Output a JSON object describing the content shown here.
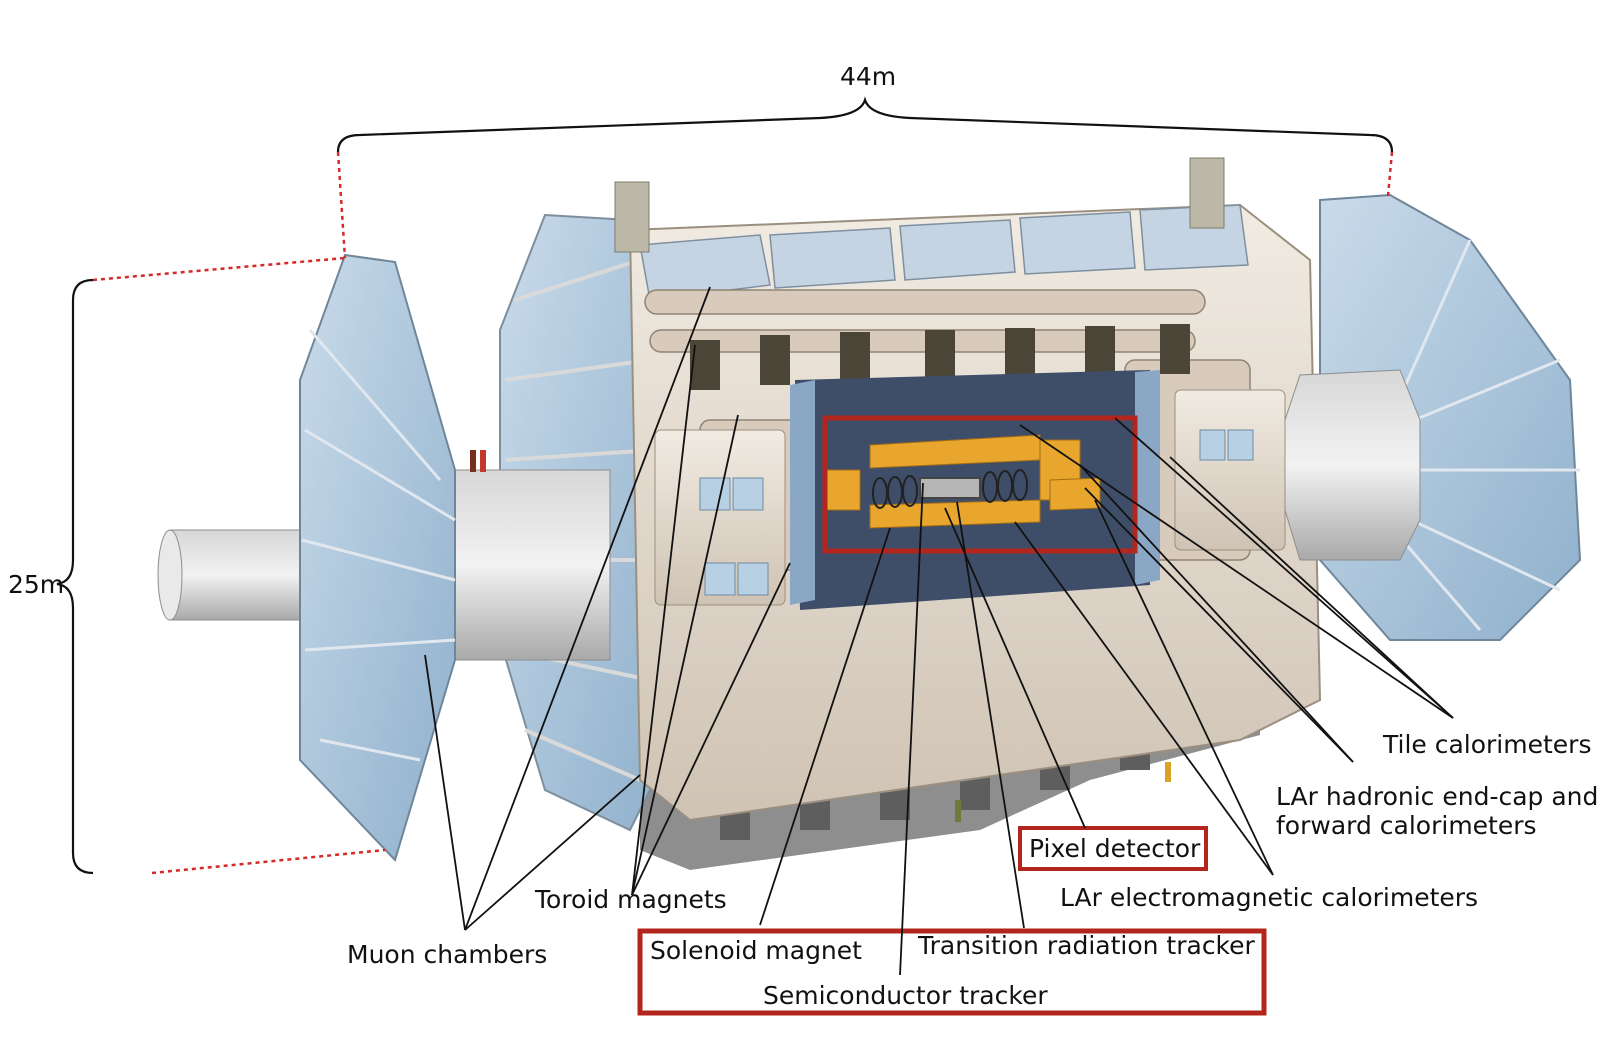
{
  "dimensions": {
    "length": "44m",
    "height": "25m"
  },
  "labels": {
    "tile": "Tile calorimeters",
    "lar_hadronic_line1": "LAr hadronic end-cap and",
    "lar_hadronic_line2": "forward calorimeters",
    "pixel": "Pixel detector",
    "lar_em": "LAr electromagnetic calorimeters",
    "toroid": "Toroid magnets",
    "muon": "Muon chambers",
    "solenoid": "Solenoid magnet",
    "trt": "Transition radiation tracker",
    "sct": "Semiconductor tracker"
  },
  "colors": {
    "highlight_box": "#b3261e",
    "dimension_dotted": "#d42a2a",
    "leader_line": "#111111",
    "panel_blue": "#a9c4dc",
    "calorimeter_orange": "#e8a62e",
    "beige": "#e6dccf"
  }
}
